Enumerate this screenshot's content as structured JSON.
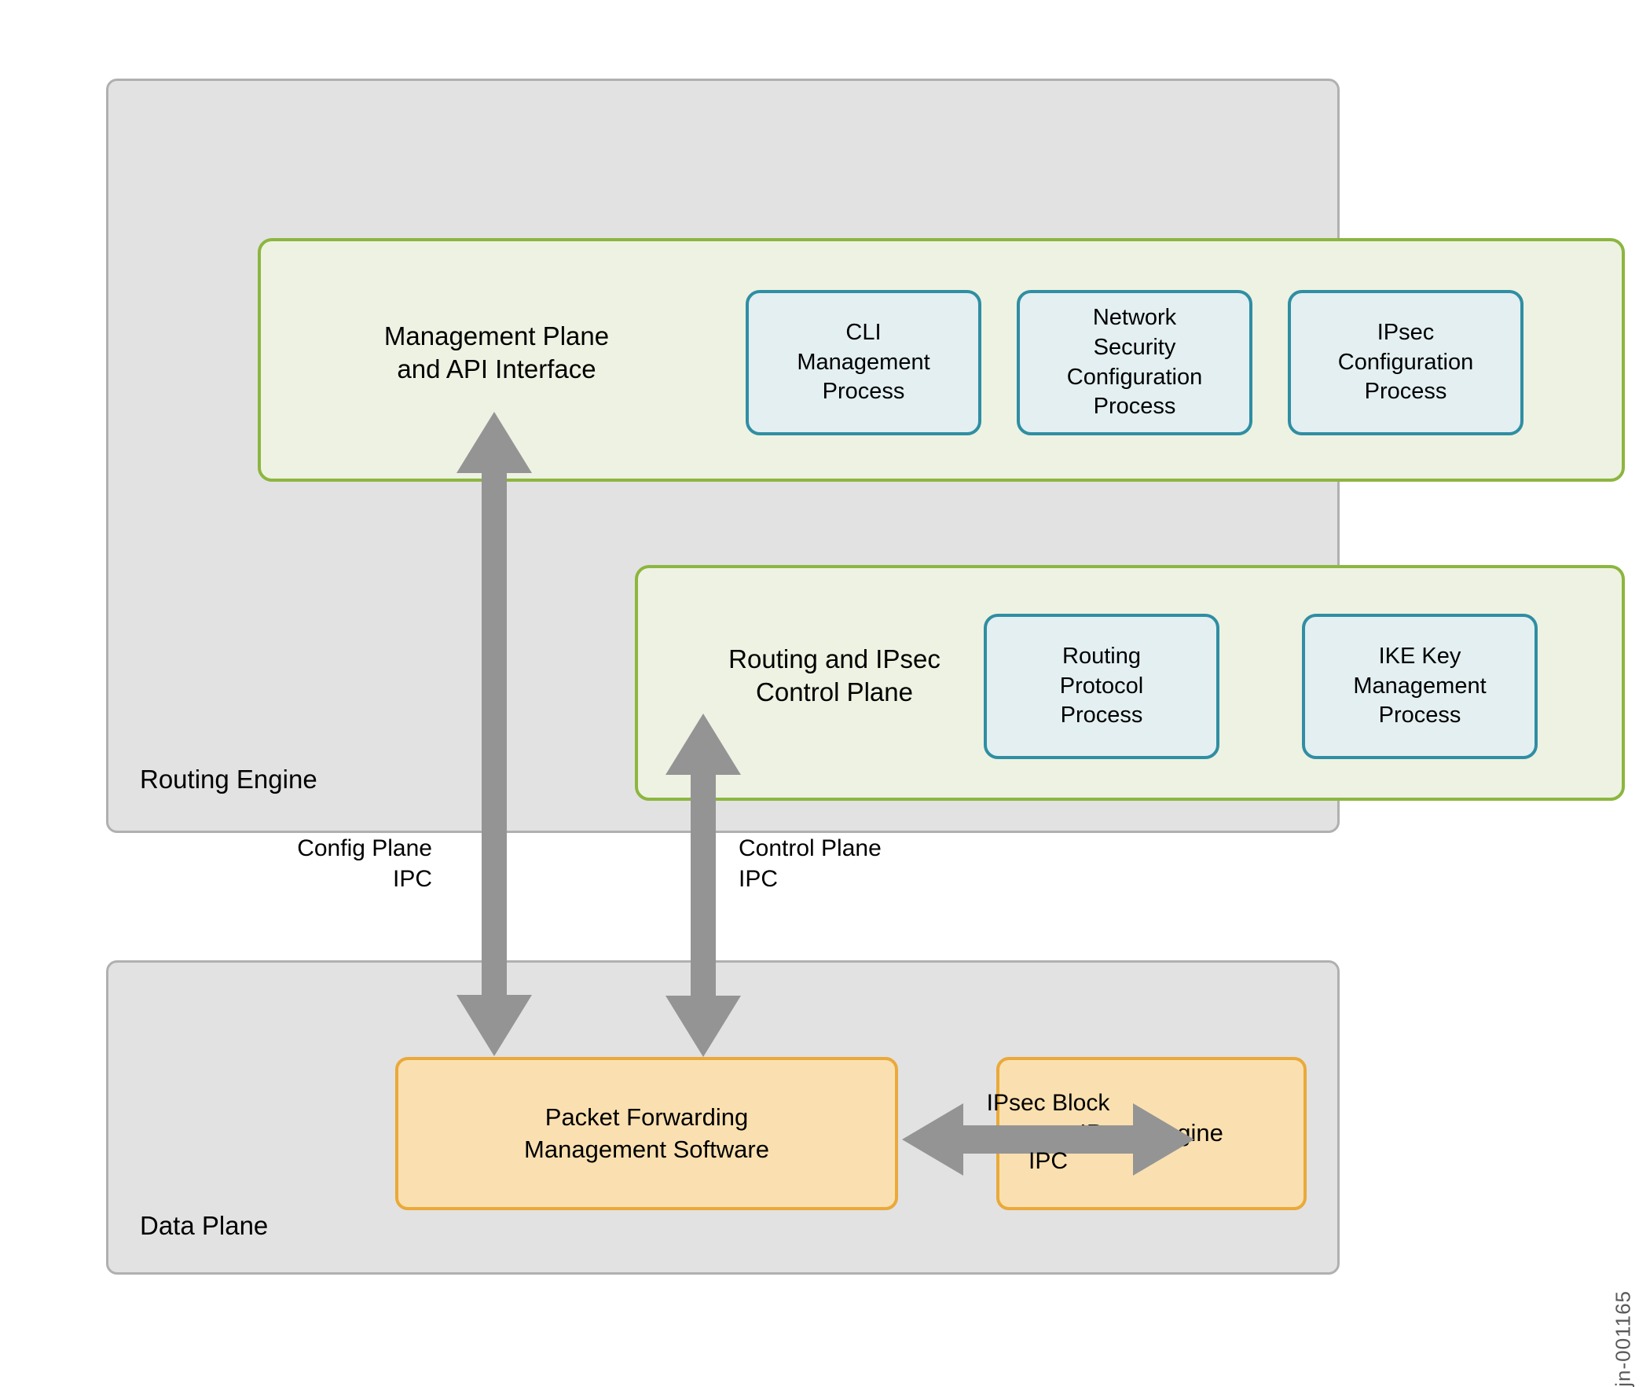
{
  "diagram": {
    "figure_id": "jn-001165",
    "colors": {
      "panel_fill": "#e2e2e2",
      "panel_border": "#b0b0b0",
      "group_fill": "#eef2e2",
      "group_border": "#8cb63f",
      "process_fill": "#e3eff1",
      "process_border": "#2f8ea3",
      "forwarding_fill": "#fae0b0",
      "forwarding_border": "#eaa93a",
      "arrow": "#949494"
    },
    "planes": [
      {
        "id": "routing-engine",
        "label": "Routing Engine"
      },
      {
        "id": "data-plane",
        "label": "Data Plane"
      }
    ],
    "groups": [
      {
        "id": "management",
        "title": "Management Plane\nand API Interface",
        "processes": [
          {
            "id": "cli-management-process",
            "label": "CLI\nManagement\nProcess"
          },
          {
            "id": "network-security-configuration-process",
            "label": "Network\nSecurity\nConfiguration\nProcess"
          },
          {
            "id": "ipsec-configuration-process",
            "label": "IPsec\nConfiguration\nProcess"
          }
        ]
      },
      {
        "id": "control",
        "title": "Routing and IPsec\nControl Plane",
        "processes": [
          {
            "id": "routing-protocol-process",
            "label": "Routing\nProtocol\nProcess"
          },
          {
            "id": "ike-key-management-process",
            "label": "IKE Key\nManagement\nProcess"
          }
        ]
      }
    ],
    "forwarding_boxes": [
      {
        "id": "packet-forwarding-management-software",
        "label": "Packet Forwarding\nManagement Software"
      },
      {
        "id": "ipsec-engine",
        "label": "IPsec Engine"
      }
    ],
    "connectors": [
      {
        "id": "config-plane-ipc",
        "label": "Config Plane\nIPC",
        "direction": "bidirectional-vertical"
      },
      {
        "id": "control-plane-ipc",
        "label": "Control Plane\nIPC",
        "direction": "bidirectional-vertical"
      },
      {
        "id": "ipsec-block-ipc-top",
        "label": "IPsec Block",
        "direction": "bidirectional-horizontal"
      },
      {
        "id": "ipsec-block-ipc-bottom",
        "label": "IPC",
        "direction": "bidirectional-horizontal"
      }
    ]
  }
}
